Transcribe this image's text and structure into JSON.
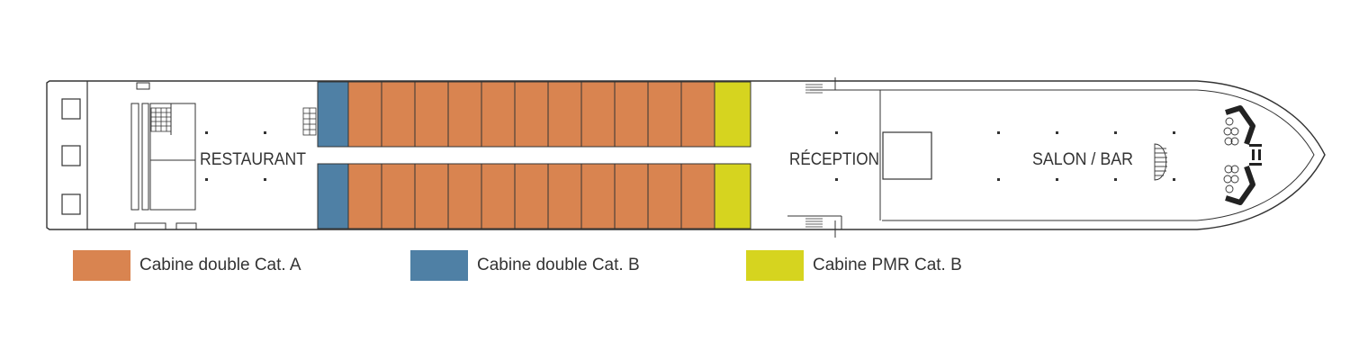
{
  "rooms": {
    "restaurant": "RESTAURANT",
    "reception": "RÉCEPTION",
    "salon_bar": "SALON / BAR"
  },
  "cabins": {
    "top_row": [
      "B",
      "A",
      "A",
      "A",
      "A",
      "A",
      "A",
      "A",
      "A",
      "A",
      "A",
      "A",
      "PMR"
    ],
    "bottom_row": [
      "B",
      "A",
      "A",
      "A",
      "A",
      "A",
      "A",
      "A",
      "A",
      "A",
      "A",
      "A",
      "PMR"
    ]
  },
  "colors": {
    "A": "#d98450",
    "B": "#4f80a5",
    "PMR": "#d6d41f",
    "outline": "#333333"
  },
  "legend": [
    {
      "key": "A",
      "label": "Cabine double Cat. A"
    },
    {
      "key": "B",
      "label": "Cabine double Cat. B"
    },
    {
      "key": "PMR",
      "label": "Cabine PMR Cat. B"
    }
  ]
}
